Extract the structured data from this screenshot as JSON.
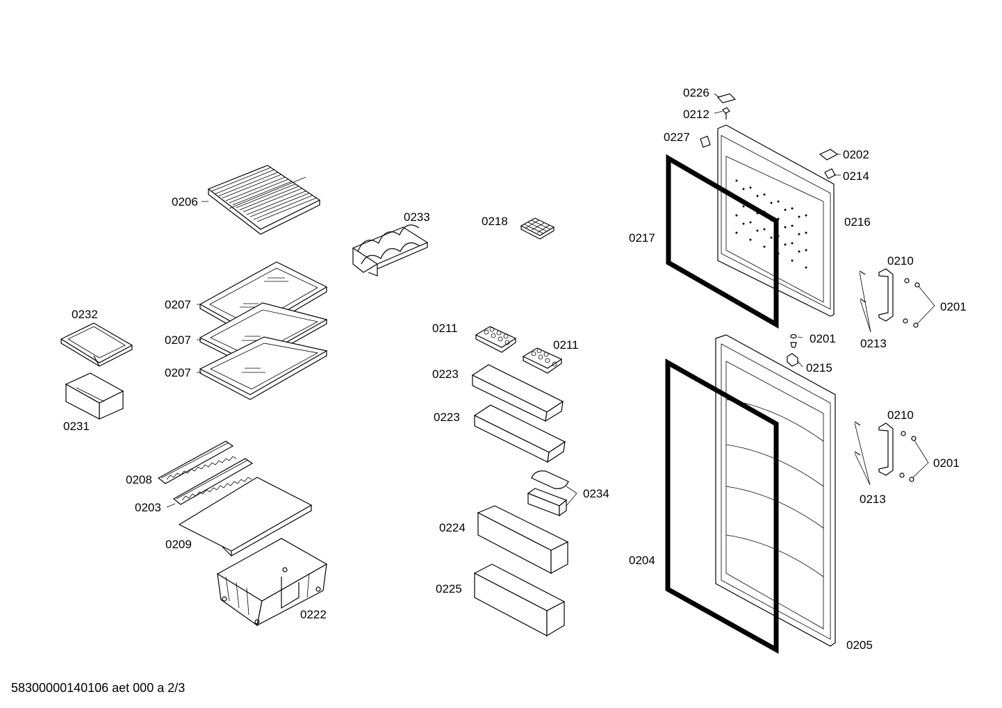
{
  "labels": {
    "l0206": "0206",
    "l0207a": "0207",
    "l0207b": "0207",
    "l0207c": "0207",
    "l0232": "0232",
    "l0231": "0231",
    "l0233": "0233",
    "l0218": "0218",
    "l0208": "0208",
    "l0203": "0203",
    "l0209": "0209",
    "l0222": "0222",
    "l0211a": "0211",
    "l0211b": "0211",
    "l0223a": "0223",
    "l0223b": "0223",
    "l0234": "0234",
    "l0224": "0224",
    "l0225": "0225",
    "l0226": "0226",
    "l0212": "0212",
    "l0227": "0227",
    "l0202": "0202",
    "l0214": "0214",
    "l0216": "0216",
    "l0217": "0217",
    "l0210a": "0210",
    "l0201a": "0201",
    "l0213a": "0213",
    "l0201b": "0201",
    "l0215": "0215",
    "l0210b": "0210",
    "l0201c": "0201",
    "l0213b": "0213",
    "l0204": "0204",
    "l0205": "0205"
  },
  "footer": "58300000140106 aet 000 a 2/3"
}
